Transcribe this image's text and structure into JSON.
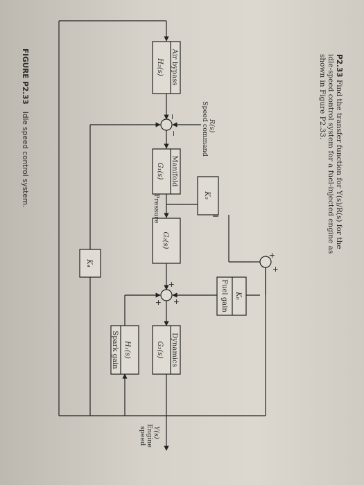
{
  "problem": {
    "number": "P2.33",
    "text": "Find the transfer function for Y(s)/R(s) for the idle-speed control system for a fuel-injected engine as shown in Figure P2.33."
  },
  "figure": {
    "caption_number": "FIGURE P2.33",
    "caption_text": "Idle speed control system."
  },
  "blocks": {
    "air_bypass": {
      "label": "Air bypass",
      "tf": "H₂(s)"
    },
    "manifold": {
      "label": "Manifold",
      "tf": "G₁(s)"
    },
    "g2": {
      "tf": "G₂(s)"
    },
    "dynamics": {
      "label": "Dynamics",
      "tf": "G₃(s)"
    },
    "spark": {
      "label": "Spark gain",
      "tf": "H₁(s)"
    },
    "k5": {
      "tf": "K₅"
    },
    "k6": {
      "tf": "K₆"
    },
    "fuel": {
      "label": "Fuel gain"
    },
    "k4": {
      "tf": "K₄"
    }
  },
  "signals": {
    "input": "R(s)",
    "input_desc": "Speed command",
    "pressure": "Pressure",
    "output": "Y(s)",
    "output_desc1": "Engine",
    "output_desc2": "speed"
  },
  "signs": {
    "s1_top": "−",
    "s1_left": "−",
    "s2_top": "+",
    "s2_left": "+",
    "s2_right": "+",
    "s3_left": "+",
    "s3_top": "+"
  }
}
